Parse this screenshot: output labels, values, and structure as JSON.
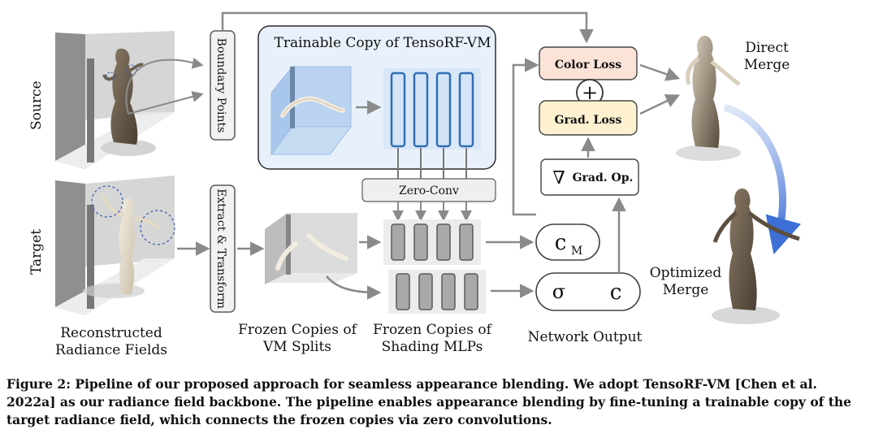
{
  "diagram": {
    "source_label": "Source",
    "target_label": "Target",
    "reconstructed_label": [
      "Reconstructed",
      "Radiance Fields"
    ],
    "boundary_points_label": "Boundary Points",
    "extract_transform_label": "Extract & Transform",
    "trainable_copy_label": "Trainable Copy of TensoRF-VM",
    "zero_conv_label": "Zero-Conv",
    "frozen_vm_label": [
      "Frozen Copies of",
      "VM Splits"
    ],
    "frozen_mlp_label": [
      "Frozen Copies of",
      "Shading MLPs"
    ],
    "network_output_label": "Network Output",
    "color_loss_label": "Color Loss",
    "grad_loss_label": "Grad. Loss",
    "plus_symbol": "+",
    "grad_op_symbol": "∇",
    "grad_op_label": "Grad. Op.",
    "cm_symbol": "c",
    "cm_subscript": "M",
    "sigma_symbol": "σ",
    "c_symbol": "c",
    "direct_merge_label": [
      "Direct",
      "Merge"
    ],
    "optimized_merge_label": [
      "Optimized",
      "Merge"
    ]
  },
  "caption": {
    "text": "Figure 2: Pipeline of our proposed approach for seamless appearance blending. We adopt TensoRF-VM [Chen et al. 2022a] as our radiance field backbone. The pipeline enables appearance blending by fine-tuning a trainable copy of the target radiance field, which connects the frozen copies via zero convolutions."
  },
  "colors": {
    "color_loss_fill": "#fbe3d8",
    "grad_loss_fill": "#fdf1cf",
    "trainable_panel_fill": "#e8f1fb",
    "trainable_bar_stroke": "#2f6fb5",
    "frozen_bar_fill": "#a9a9a9",
    "arrow_gray": "#8a8a8a"
  }
}
